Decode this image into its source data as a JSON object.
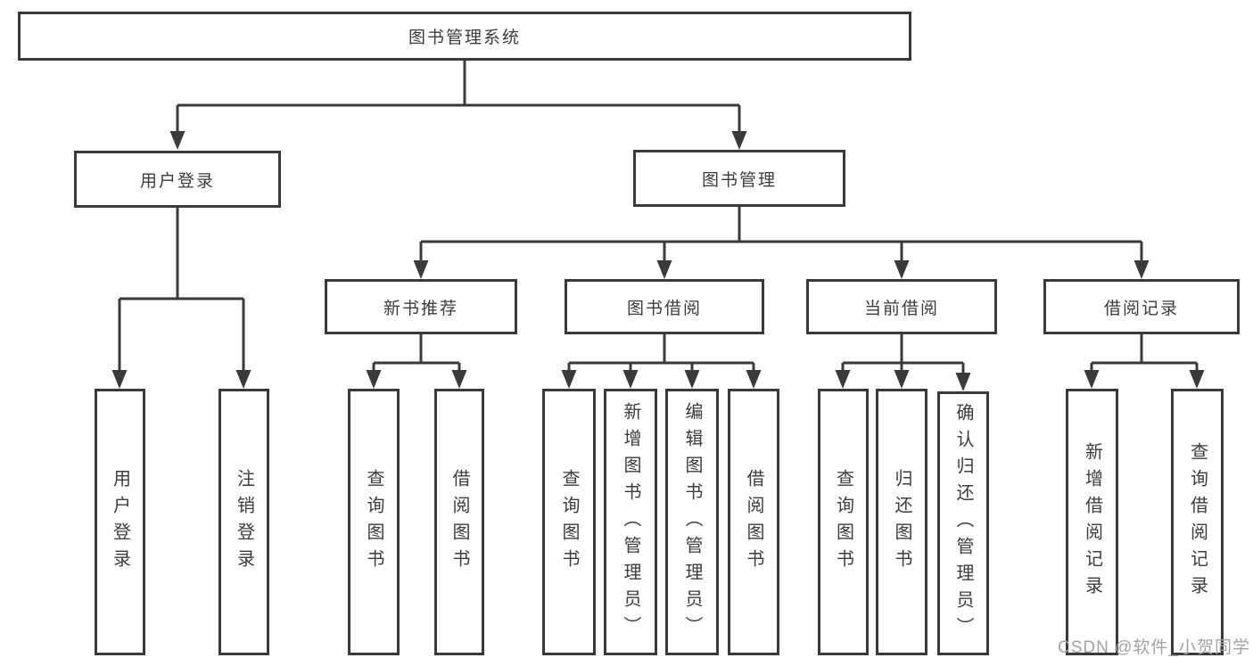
{
  "colors": {
    "line": "#3a3a3a",
    "text": "#3c3c3c",
    "background": "#ffffff",
    "watermark": "#a3a3a3"
  },
  "watermark": {
    "text": "CSDN @软件_小贺同学"
  },
  "tree": {
    "label": "图书管理系统",
    "children": [
      {
        "label": "用户登录",
        "children": [
          {
            "label": "用户登录"
          },
          {
            "label": "注销登录"
          }
        ]
      },
      {
        "label": "图书管理",
        "children": [
          {
            "label": "新书推荐",
            "children": [
              {
                "label": "查询图书"
              },
              {
                "label": "借阅图书"
              }
            ]
          },
          {
            "label": "图书借阅",
            "children": [
              {
                "label": "查询图书"
              },
              {
                "label": "新增图书（管理员）"
              },
              {
                "label": "编辑图书（管理员）"
              },
              {
                "label": "借阅图书"
              }
            ]
          },
          {
            "label": "当前借阅",
            "children": [
              {
                "label": "查询图书"
              },
              {
                "label": "归还图书"
              },
              {
                "label": "确认归还（管理员）"
              }
            ]
          },
          {
            "label": "借阅记录",
            "children": [
              {
                "label": "新增借阅记录"
              },
              {
                "label": "查询借阅记录"
              }
            ]
          }
        ]
      }
    ]
  }
}
